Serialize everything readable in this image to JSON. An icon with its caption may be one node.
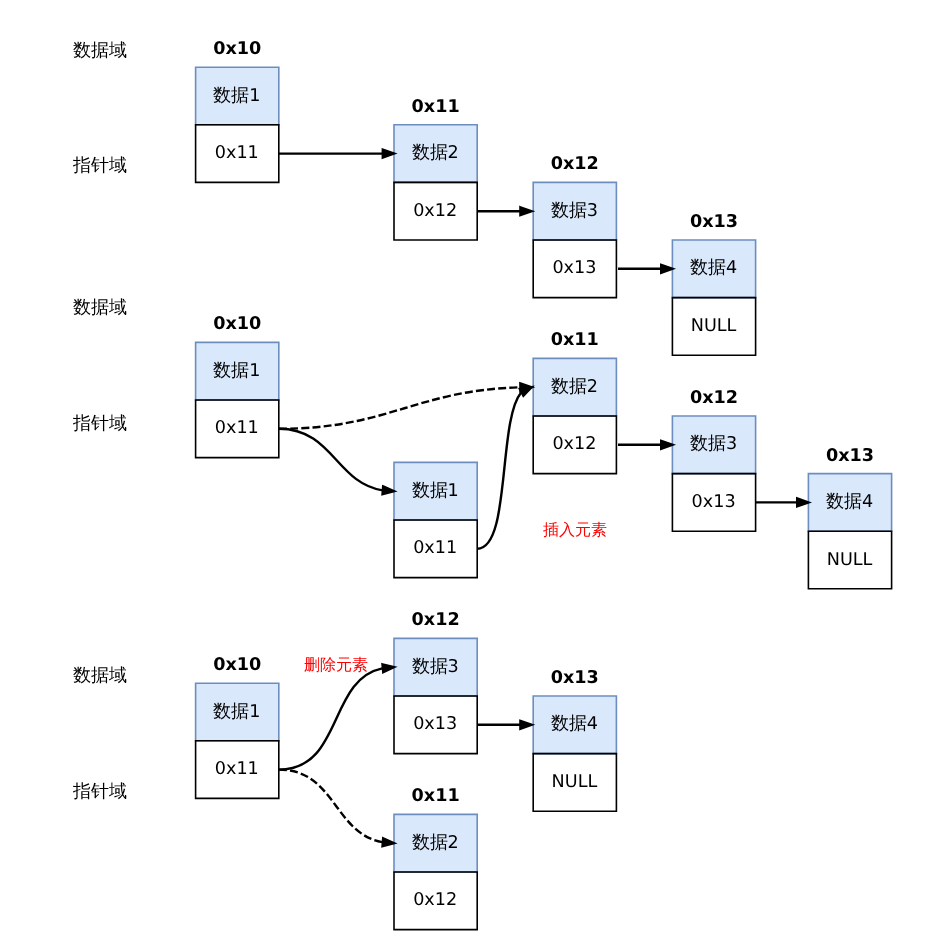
{
  "diagram": {
    "nodes": [
      {
        "text": [
          "0x10",
          "数据1",
          "0x11"
        ]
      },
      {
        "text": [
          "0x11",
          "数据2",
          "0x12"
        ]
      },
      {
        "text": [
          "0x12",
          "数据3",
          "0x13"
        ]
      },
      {
        "text": [
          "0x13",
          "数据4",
          "NULL"
        ]
      },
      {
        "text": [
          "0x10",
          "数据1",
          "0x11"
        ]
      },
      {
        "text": [
          "0x11",
          "数据2",
          "0x12"
        ]
      },
      {
        "text": [
          "0x12",
          "数据3",
          "0x13"
        ]
      },
      {
        "text": [
          "0x13",
          "数据4",
          "NULL"
        ]
      },
      {
        "text": [
          "数据1",
          "0x11"
        ]
      },
      {
        "text": [
          "0x10",
          "数据1",
          "0x11"
        ]
      },
      {
        "text": [
          "0x11",
          "数据2",
          "0x12"
        ]
      },
      {
        "text": [
          "0x12",
          "数据3",
          "0x13"
        ]
      },
      {
        "text": [
          "0x13",
          "数据4",
          "NULL"
        ]
      }
    ],
    "edges": [
      {
        "from": 0,
        "to": 1,
        "arrow": "to"
      },
      {
        "from": 1,
        "to": 2,
        "arrow": "to"
      },
      {
        "from": 2,
        "to": 3,
        "arrow": "to"
      },
      {
        "from": 4,
        "to": 5,
        "arrow": "to",
        "style": "dashed"
      },
      {
        "from": 4,
        "to": 8,
        "arrow": "to"
      },
      {
        "from": 8,
        "to": 5,
        "arrow": "to"
      },
      {
        "from": 5,
        "to": 6,
        "arrow": "to"
      },
      {
        "from": 6,
        "to": 7,
        "arrow": "to"
      },
      {
        "from": 9,
        "to": 10,
        "arrow": "to",
        "style": "dashed"
      },
      {
        "from": 9,
        "to": 11,
        "arrow": "to",
        "label": "删除元素"
      },
      {
        "from": 11,
        "to": 12,
        "arrow": "to"
      }
    ],
    "labels": [
      "数据域",
      "指针域",
      "数据域",
      "指针域",
      "插入元素",
      "数据域",
      "指针域"
    ]
  }
}
